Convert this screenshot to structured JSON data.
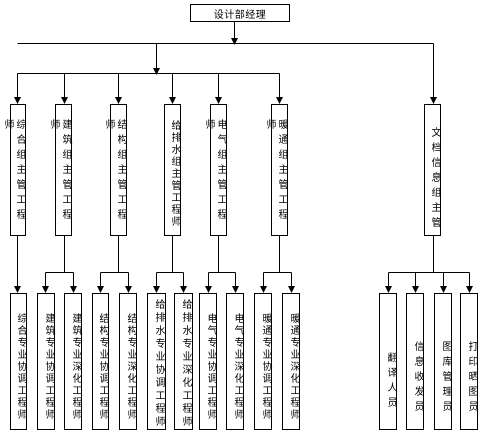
{
  "root": "设计部经理",
  "managers": [
    "综合组主管工程师",
    "建筑组主管工程师",
    "结构组主管工程师",
    "给排水组主管工程师",
    "电气组主管工程师",
    "暖通组主管工程师",
    "文档信息组主管"
  ],
  "staff": {
    "zonghe": [
      "综合专业协调工程师"
    ],
    "jianzhu": [
      "建筑专业协调工程师",
      "建筑专业深化工程师"
    ],
    "jiegou": [
      "结构专业协调工程师",
      "结构专业深化工程师"
    ],
    "geipaishui": [
      "给排水专业协调工程师",
      "给排水专业深化工程师"
    ],
    "dianqi": [
      "电气专业协调工程师",
      "电气专业深化工程师"
    ],
    "nuantong": [
      "暖通专业协调工程师",
      "暖通专业深化工程师"
    ],
    "wendang": [
      "翻译人员",
      "信息收发员",
      "图库管理员",
      "打印晒图员"
    ]
  }
}
